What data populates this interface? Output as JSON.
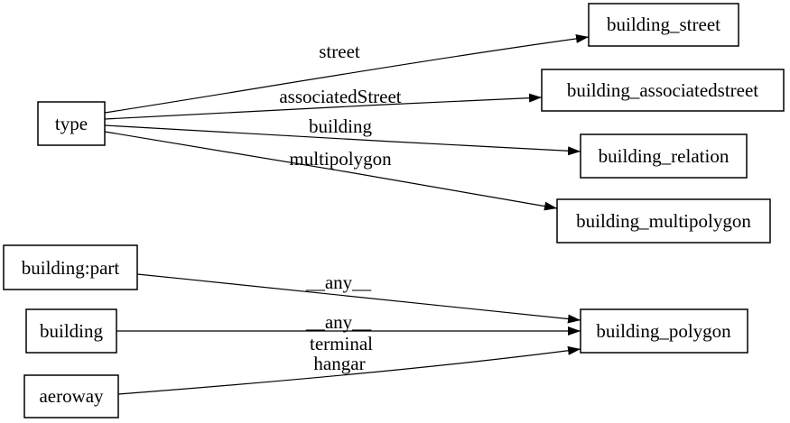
{
  "diagram": {
    "type": "directed-graph",
    "colors": {
      "background": "#ffffff",
      "node_border": "#000000",
      "edge": "#000000",
      "text": "#000000"
    },
    "node_labels": {
      "type": "type",
      "building_street": "building_street",
      "building_associatedstreet": "building_associatedstreet",
      "building_relation": "building_relation",
      "building_multipolygon": "building_multipolygon",
      "building_part": "building:part",
      "building": "building",
      "aeroway": "aeroway",
      "building_polygon": "building_polygon"
    },
    "edge_labels": {
      "street": "street",
      "associated_street": "associatedStreet",
      "building": "building",
      "multipolygon": "multipolygon",
      "any_from_building_part": "__any__",
      "any_from_building": "__any__",
      "terminal": "terminal",
      "hangar": "hangar"
    },
    "edges": [
      {
        "from": "type",
        "to": "building_street",
        "label": "street"
      },
      {
        "from": "type",
        "to": "building_associatedstreet",
        "label": "associatedStreet"
      },
      {
        "from": "type",
        "to": "building_relation",
        "label": "building"
      },
      {
        "from": "type",
        "to": "building_multipolygon",
        "label": "multipolygon"
      },
      {
        "from": "building:part",
        "to": "building_polygon",
        "label": "__any__"
      },
      {
        "from": "building",
        "to": "building_polygon",
        "label": "__any__"
      },
      {
        "from": "aeroway",
        "to": "building_polygon",
        "label": "terminal hangar"
      }
    ]
  }
}
